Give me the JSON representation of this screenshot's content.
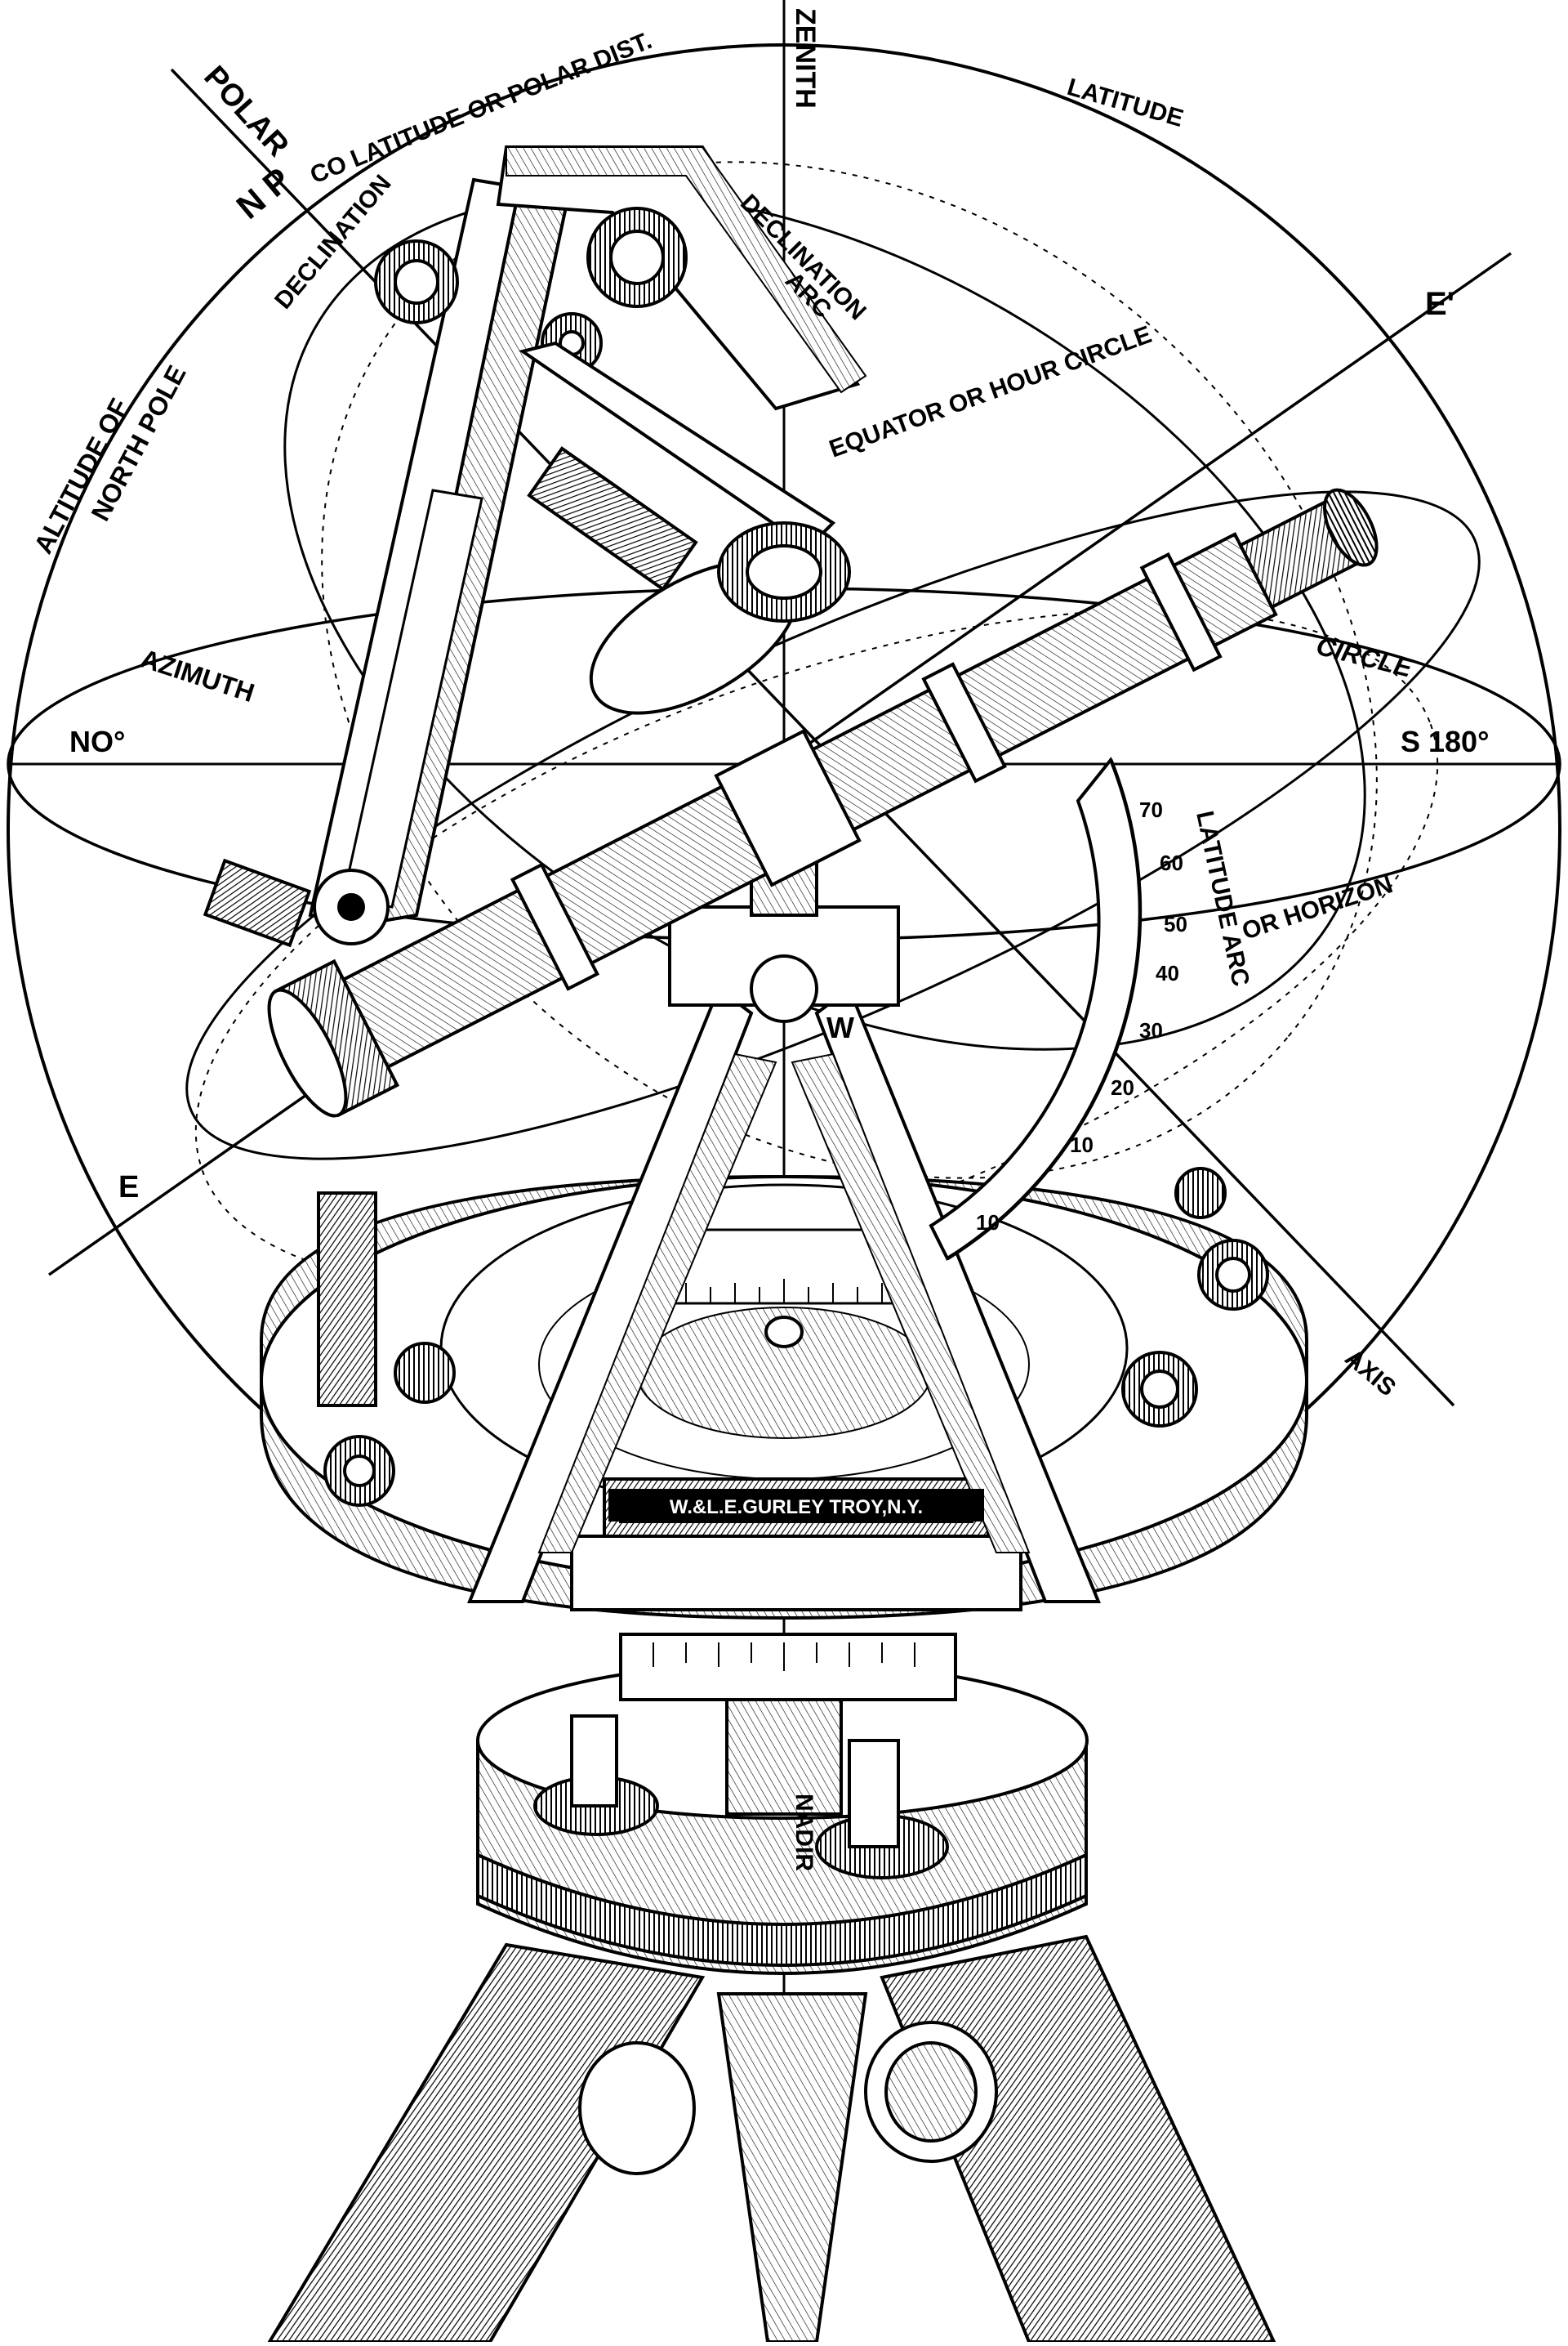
{
  "labels": {
    "zenith": "ZENITH",
    "polar": "POLAR",
    "np": "N P",
    "co_latitude": "CO LATITUDE OR POLAR DIST.",
    "latitude": "LATITUDE",
    "declination": "DECLINATION",
    "declination_arc": "DECLINATION",
    "declination_arc_2": "ARC",
    "altitude_of": "ALTITUDE OF",
    "north_pole": "NORTH POLE",
    "e_prime": "E'",
    "equator": "EQUATOR OR HOUR CIRCLE",
    "azimuth": "AZIMUTH",
    "circle": "CIRCLE",
    "no": "NO°",
    "s180": "S 180°",
    "latitude_arc": "LATITUDE ARC",
    "or_horizon": "OR HORIZON",
    "w": "W",
    "e": "E",
    "axis": "AXIS",
    "nadir": "NADIR",
    "maker": "W.&L.E.GURLEY TROY,N.Y."
  },
  "arc_scale": [
    "10",
    "10",
    "20",
    "30",
    "40",
    "50",
    "60",
    "70"
  ],
  "colors": {
    "ink": "#000000",
    "paper": "#ffffff",
    "wood": "#2a2a2a"
  }
}
